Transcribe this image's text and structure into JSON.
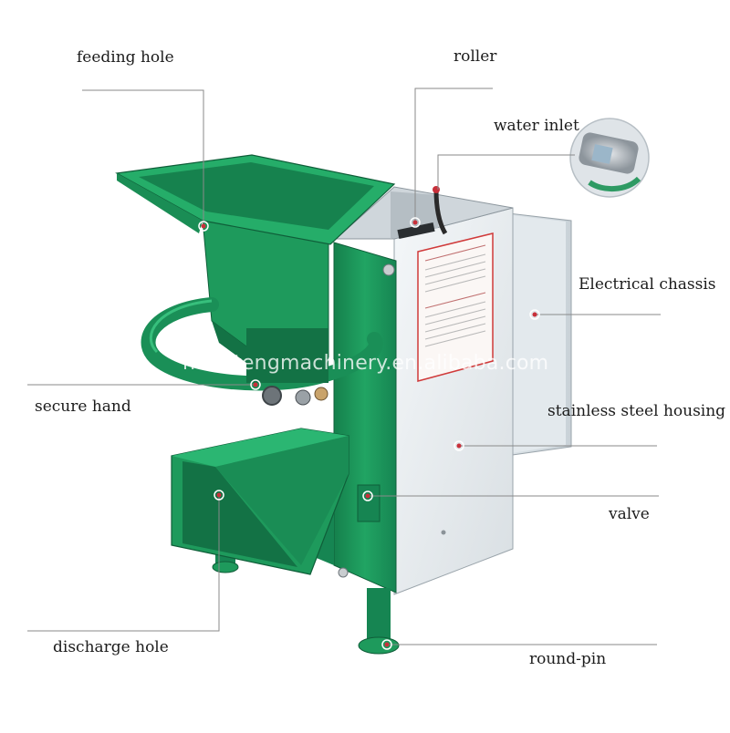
{
  "labels": {
    "feeding_hole": "feeding hole",
    "roller": "roller",
    "water_inlet": "water inlet",
    "electrical_chassis": "Electrical chassis",
    "secure_hand": "secure hand",
    "stainless_steel_housing": "stainless steel housing",
    "valve": "valve",
    "discharge_hole": "discharge hole",
    "round_pin": "round-pin"
  },
  "watermark": "hongtengmachinery.en.alibaba.com",
  "colors": {
    "machine_green": "#1e9a5c",
    "machine_green_dark": "#137245",
    "stainless": "#e9edf0",
    "marker_red": "#c8303a",
    "leader_line": "#8a8a8a",
    "warning_label_border": "#d03a3a"
  }
}
